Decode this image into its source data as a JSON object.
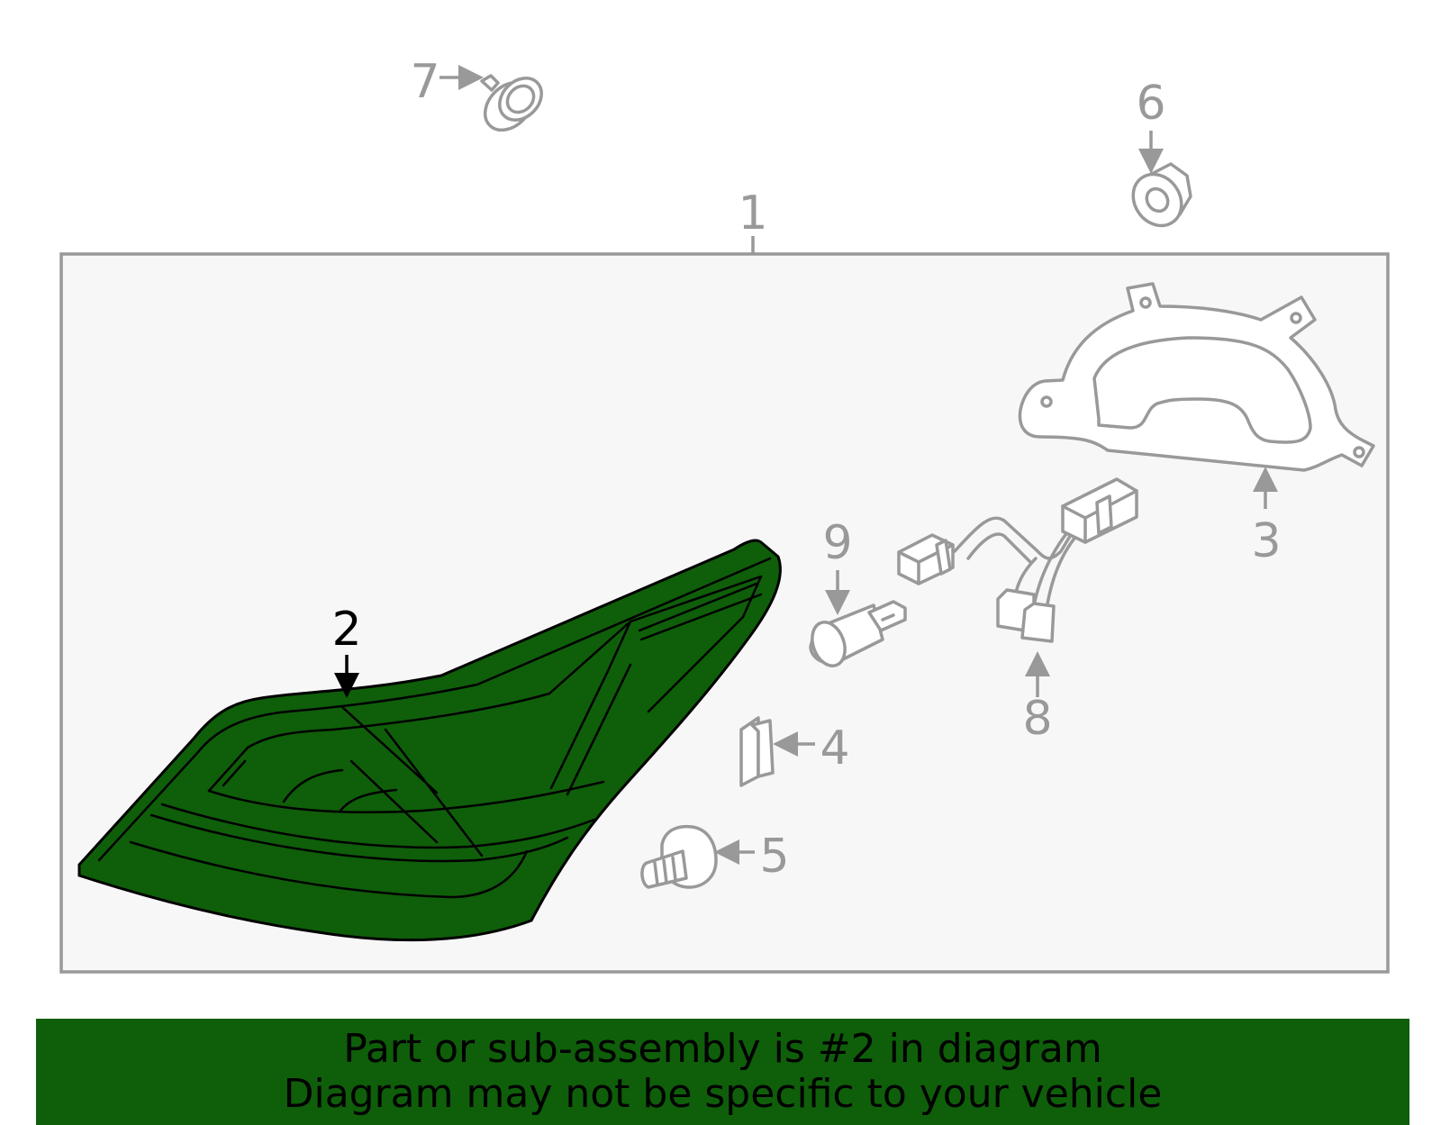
{
  "diagram": {
    "callouts": [
      {
        "id": "1",
        "label": "1"
      },
      {
        "id": "2",
        "label": "2"
      },
      {
        "id": "3",
        "label": "3"
      },
      {
        "id": "4",
        "label": "4"
      },
      {
        "id": "5",
        "label": "5"
      },
      {
        "id": "6",
        "label": "6"
      },
      {
        "id": "7",
        "label": "7"
      },
      {
        "id": "8",
        "label": "8"
      },
      {
        "id": "9",
        "label": "9"
      }
    ],
    "highlighted_part": "2",
    "colors": {
      "highlight_fill": "#0f5e0a",
      "line_gray": "#999999",
      "panel_bg": "#f7f7f7",
      "banner_bg": "#0f5e0a"
    }
  },
  "banner": {
    "line1": "Part or sub-assembly is #2 in diagram",
    "line2": "Diagram may not be specific to your vehicle"
  }
}
